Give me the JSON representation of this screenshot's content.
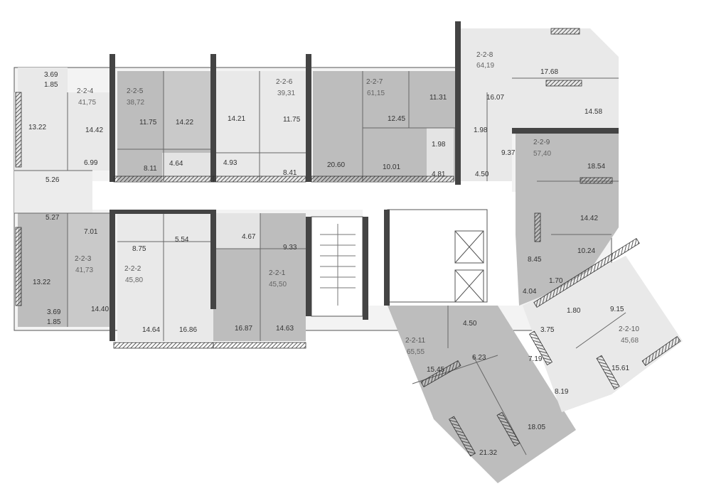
{
  "apartments": [
    {
      "id": "apt-2-2-1",
      "code": "2-2-1",
      "area": "45,50"
    },
    {
      "id": "apt-2-2-2",
      "code": "2-2-2",
      "area": "45,80"
    },
    {
      "id": "apt-2-2-3",
      "code": "2-2-3",
      "area": "41,73"
    },
    {
      "id": "apt-2-2-4",
      "code": "2-2-4",
      "area": "41,75"
    },
    {
      "id": "apt-2-2-5",
      "code": "2-2-5",
      "area": "38,72"
    },
    {
      "id": "apt-2-2-6",
      "code": "2-2-6",
      "area": "39,31"
    },
    {
      "id": "apt-2-2-7",
      "code": "2-2-7",
      "area": "61,15"
    },
    {
      "id": "apt-2-2-8",
      "code": "2-2-8",
      "area": "64,19"
    },
    {
      "id": "apt-2-2-9",
      "code": "2-2-9",
      "area": "57,40"
    },
    {
      "id": "apt-2-2-10",
      "code": "2-2-10",
      "area": "45,68"
    },
    {
      "id": "apt-2-2-11",
      "code": "2-2-11",
      "area": "65,55"
    }
  ],
  "rooms": [
    "3.69",
    "1.85",
    "13.22",
    "14.42",
    "6.99",
    "11.75",
    "14.22",
    "8.11",
    "4.64",
    "14.21",
    "11.75",
    "4.93",
    "8.41",
    "20.60",
    "12.45",
    "11.31",
    "10.01",
    "1.98",
    "4.81",
    "16.07",
    "17.68",
    "14.58",
    "1.98",
    "9.37",
    "4.50",
    "18.54",
    "5.26",
    "5.27",
    "7.01",
    "13.22",
    "14.40",
    "3.69",
    "1.85",
    "8.75",
    "5.54",
    "4.67",
    "9.33",
    "14.64",
    "16.86",
    "16.87",
    "14.63",
    "14.42",
    "10.24",
    "8.45",
    "1.70",
    "4.04",
    "1.80",
    "9.15",
    "3.75",
    "4.50",
    "6.23",
    "15.45",
    "7.19",
    "8.19",
    "15.61",
    "18.05",
    "21.32"
  ]
}
